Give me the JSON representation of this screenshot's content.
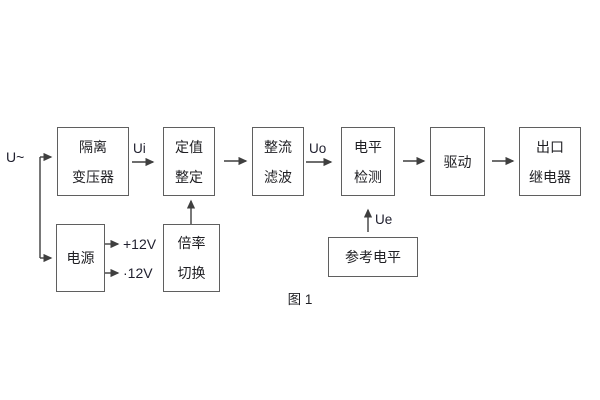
{
  "figure": {
    "caption": "图 1"
  },
  "signals": {
    "input": "U~",
    "ui": "Ui",
    "uo": "Uo",
    "ue": "Ue",
    "rail_pos": "+12V",
    "rail_neg": "·12V"
  },
  "blocks": {
    "isolation_transformer": {
      "line1": "隔离",
      "line2": "变压器"
    },
    "setting_adjust": {
      "line1": "定值",
      "line2": "整定"
    },
    "rectifier_filter": {
      "line1": "整流",
      "line2": "滤波"
    },
    "level_detect": {
      "line1": "电平",
      "line2": "检测"
    },
    "driver": {
      "line1": "驱动"
    },
    "output_relay": {
      "line1": "出口",
      "line2": "继电器"
    },
    "power_supply": {
      "line1": "电源"
    },
    "ratio_switch": {
      "line1": "倍率",
      "line2": "切换"
    },
    "reference_level": {
      "line1": "参考电平"
    }
  },
  "colors": {
    "background": "#ffffff",
    "box_border": "#5f5f5f",
    "wire": "#3f3f3f",
    "text": "#1f1f23"
  }
}
